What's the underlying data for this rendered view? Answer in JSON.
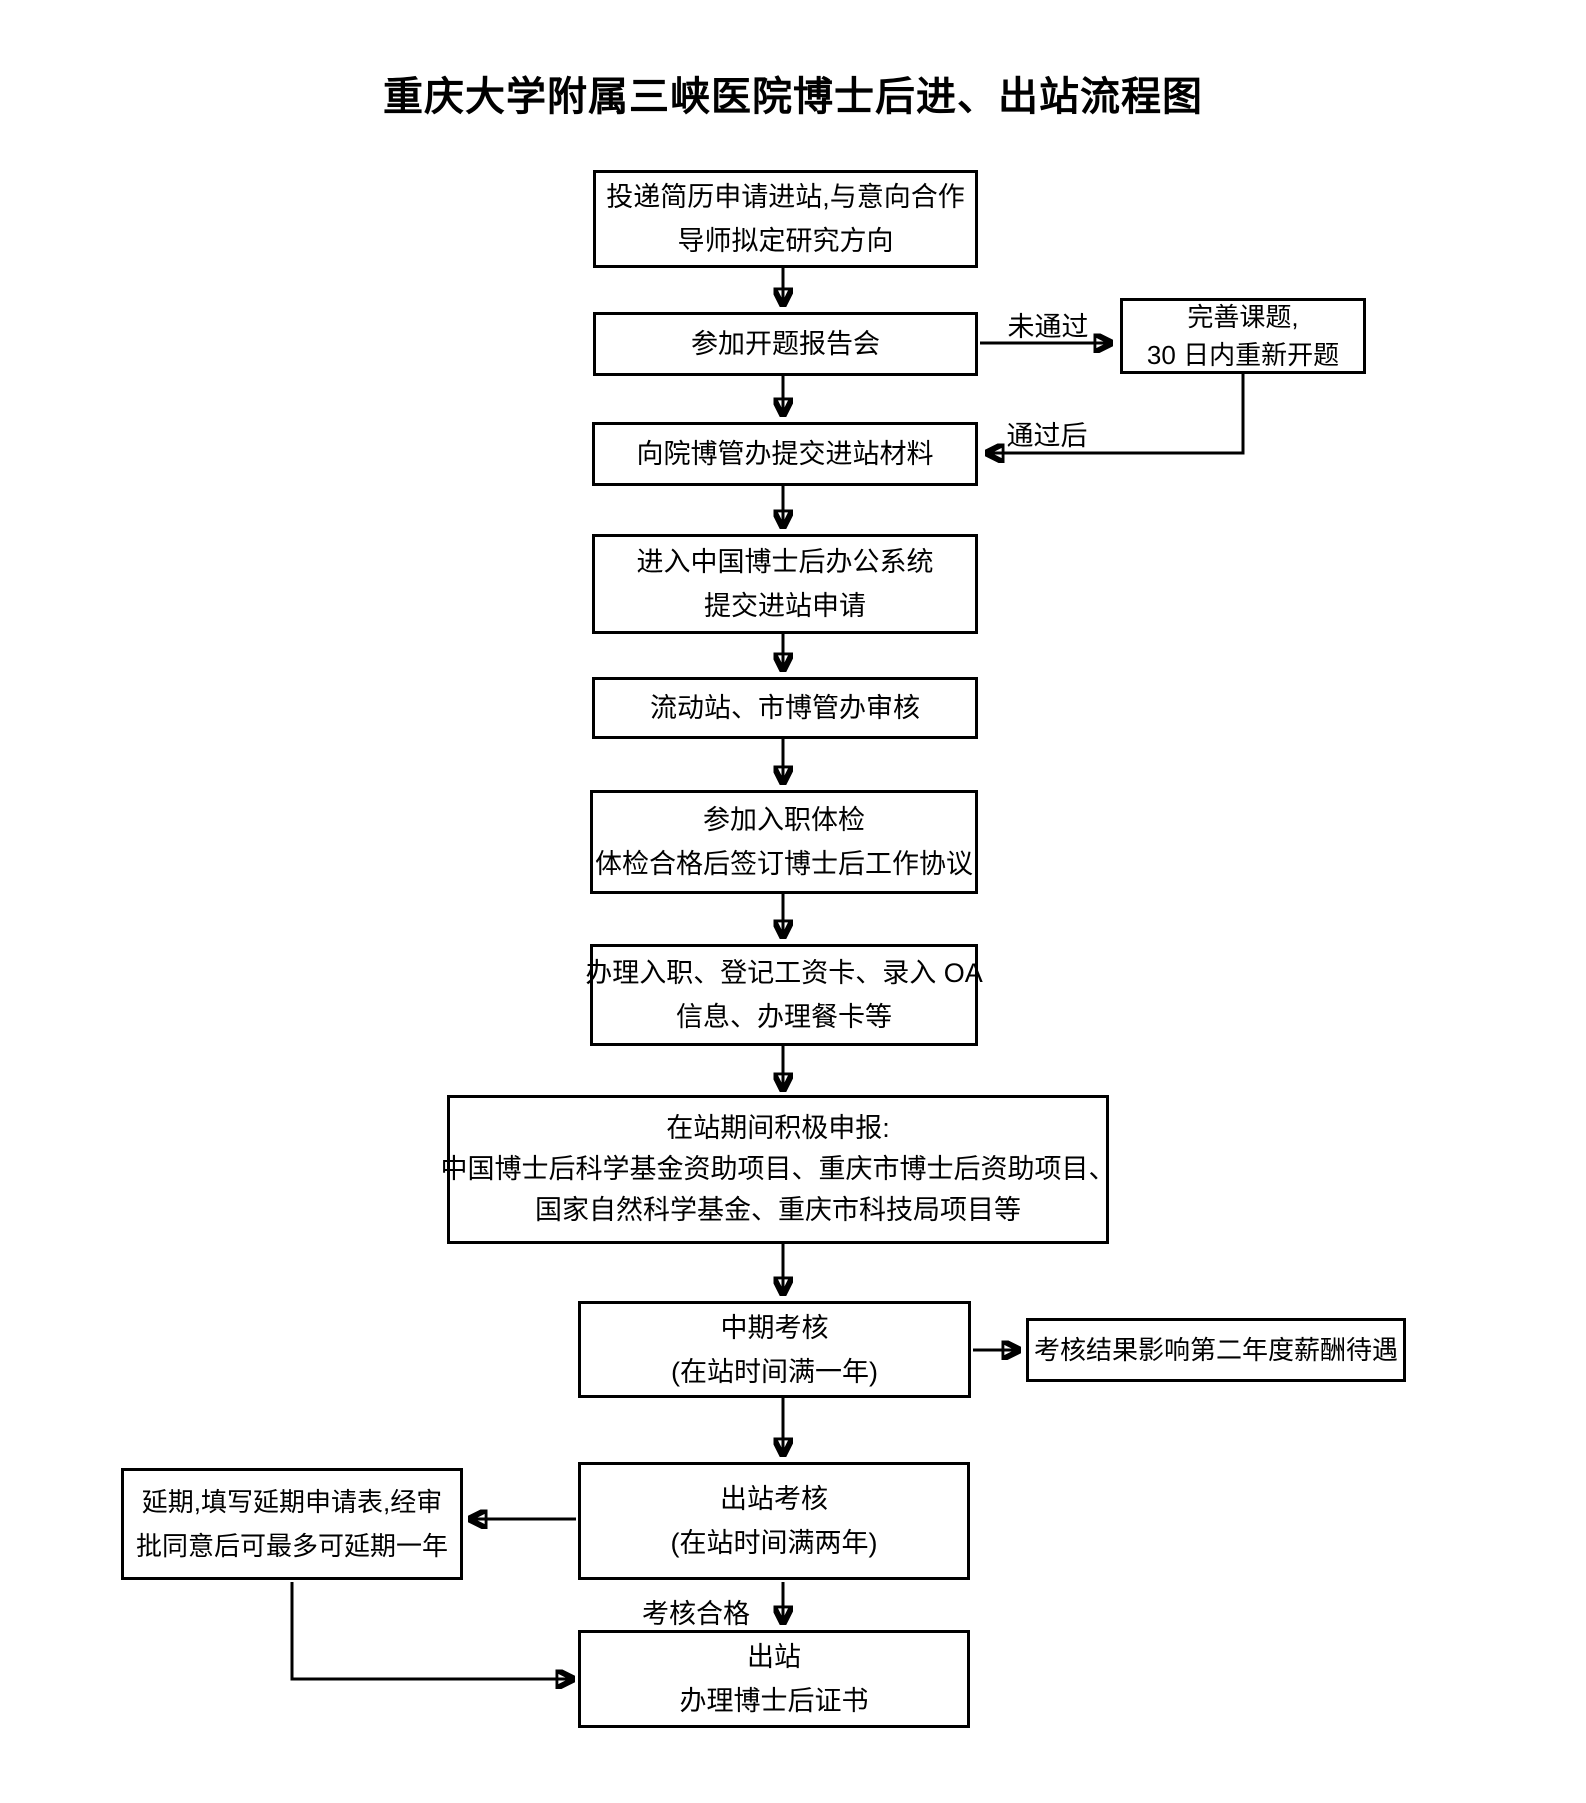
{
  "title": "重庆大学附属三峡医院博士后进、出站流程图",
  "colors": {
    "line": "#000000",
    "background": "#ffffff",
    "text": "#000000"
  },
  "edge_labels": {
    "not_passed": "未通过",
    "passed": "通过后",
    "qualified": "考核合格"
  },
  "nodes": {
    "apply": {
      "lines": [
        "投递简历申请进站,与意向合作",
        "导师拟定研究方向"
      ]
    },
    "opening_report": {
      "lines": [
        "参加开题报告会"
      ]
    },
    "revise_topic": {
      "lines": [
        "完善课题,",
        "30 日内重新开题"
      ]
    },
    "submit_materials": {
      "lines": [
        "向院博管办提交进站材料"
      ]
    },
    "system_application": {
      "lines": [
        "进入中国博士后办公系统",
        "提交进站申请"
      ]
    },
    "station_review": {
      "lines": [
        "流动站、市博管办审核"
      ]
    },
    "physical_exam": {
      "lines": [
        "参加入职体检",
        "体检合格后签订博士后工作协议"
      ]
    },
    "onboarding": {
      "lines": [
        "办理入职、登记工资卡、录入 OA",
        "信息、办理餐卡等"
      ]
    },
    "funding_application": {
      "lines": [
        "在站期间积极申报:",
        "中国博士后科学基金资助项目、重庆市博士后资助项目、",
        "国家自然科学基金、重庆市科技局项目等"
      ]
    },
    "midterm_assessment": {
      "lines": [
        "中期考核",
        "(在站时间满一年)"
      ]
    },
    "salary_note": {
      "lines": [
        "考核结果影响第二年度薪酬待遇"
      ]
    },
    "exit_assessment": {
      "lines": [
        "出站考核",
        "(在站时间满两年)"
      ]
    },
    "extension": {
      "lines": [
        "延期,填写延期申请表,经审",
        "批同意后可最多可延期一年"
      ]
    },
    "exit_station": {
      "lines": [
        "出站",
        "办理博士后证书"
      ]
    }
  }
}
